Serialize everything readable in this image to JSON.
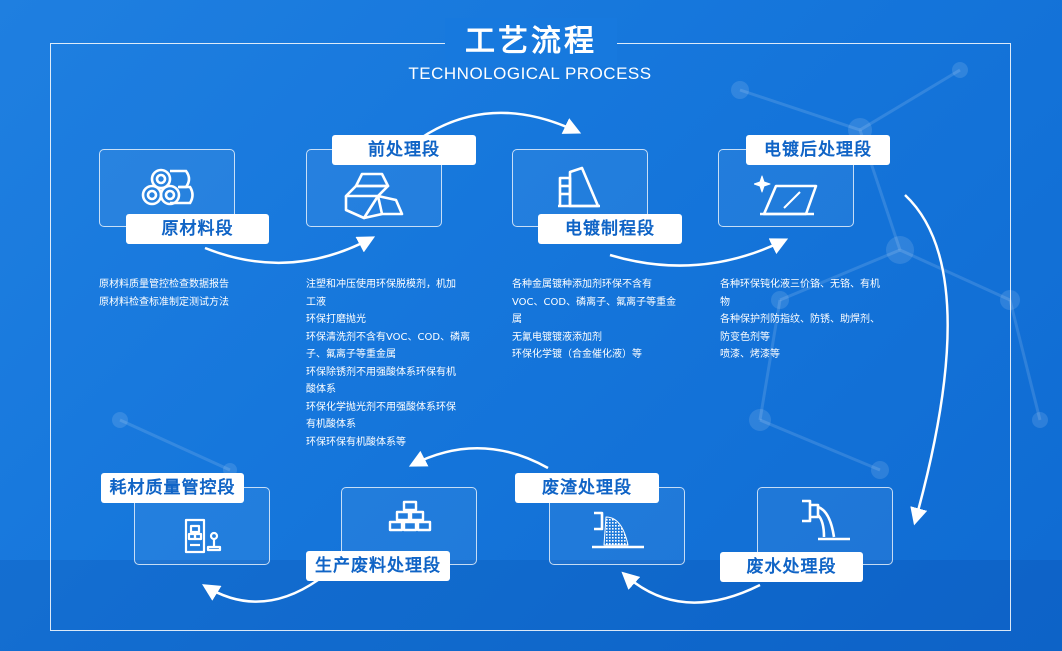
{
  "header": {
    "title": "工艺流程",
    "subtitle": "TECHNOLOGICAL PROCESS"
  },
  "stages": [
    {
      "id": "raw-material",
      "label": "原材料段",
      "icon": "pipes-icon",
      "desc": [
        "原材料质量管控检查数据报告",
        "原材料检查标准制定测试方法"
      ]
    },
    {
      "id": "pretreatment",
      "label": "前处理段",
      "icon": "ingot-stack-icon",
      "desc": [
        "注塑和冲压使用环保脱模剂，机加",
        "工液",
        "环保打磨抛光",
        "环保清洗剂不含有VOC、COD、磷离",
        "子、氟离子等重金属",
        "环保除锈剂不用强酸体系环保有机",
        "酸体系",
        "环保化学抛光剂不用强酸体系环保",
        "有机酸体系",
        "环保环保有机酸体系等"
      ]
    },
    {
      "id": "electroplating",
      "label": "电镀制程段",
      "icon": "layered-tank-icon",
      "desc": [
        "各种金属镀种添加剂环保不含有",
        "VOC、COD、磷离子、氟离子等重金",
        "属",
        "无氰电镀镀液添加剂",
        "环保化学镀（合金催化液）等"
      ]
    },
    {
      "id": "post-plating",
      "label": "电镀后处理段",
      "icon": "shiny-plate-icon",
      "desc": [
        "各种环保钝化液三价铬、无铬、有机",
        "物",
        "各种保护剂防指纹、防锈、助焊剂、",
        "防变色剂等",
        "喷漆、烤漆等"
      ]
    },
    {
      "id": "wastewater",
      "label": "废水处理段",
      "icon": "outflow-pipe-icon"
    },
    {
      "id": "waste-residue",
      "label": "废渣处理段",
      "icon": "residue-pile-icon"
    },
    {
      "id": "production-waste",
      "label": "生产废料处理段",
      "icon": "bar-stack-icon"
    },
    {
      "id": "consumables-qc",
      "label": "耗材质量管控段",
      "icon": "quality-doc-icon"
    }
  ],
  "colors": {
    "background": "#1677dc",
    "label_text": "#1064c6",
    "line": "#ffffff"
  }
}
